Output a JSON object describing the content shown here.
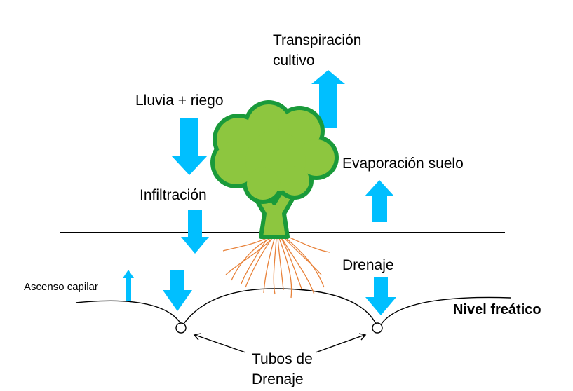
{
  "labels": {
    "transpiracion_line1": "Transpiración",
    "transpiracion_line2": "cultivo",
    "lluvia_riego": "Lluvia + riego",
    "evaporacion_suelo": "Evaporación suelo",
    "infiltracion": "Infiltración",
    "drenaje": "Drenaje",
    "ascenso_capilar": "Ascenso capilar",
    "nivel_freatico": "Nivel freático",
    "tubos_line1": "Tubos de",
    "tubos_line2": "Drenaje"
  },
  "colors": {
    "flow_arrow": "#00bfff",
    "tree_canopy": "#8dc63f",
    "tree_outline": "#1a9a3a",
    "roots": "#e8823a",
    "ground_line": "#000000"
  },
  "icons": {
    "flow_arrow": "block-arrow",
    "tree": "tree-icon",
    "drain_pipe": "circle-icon"
  }
}
